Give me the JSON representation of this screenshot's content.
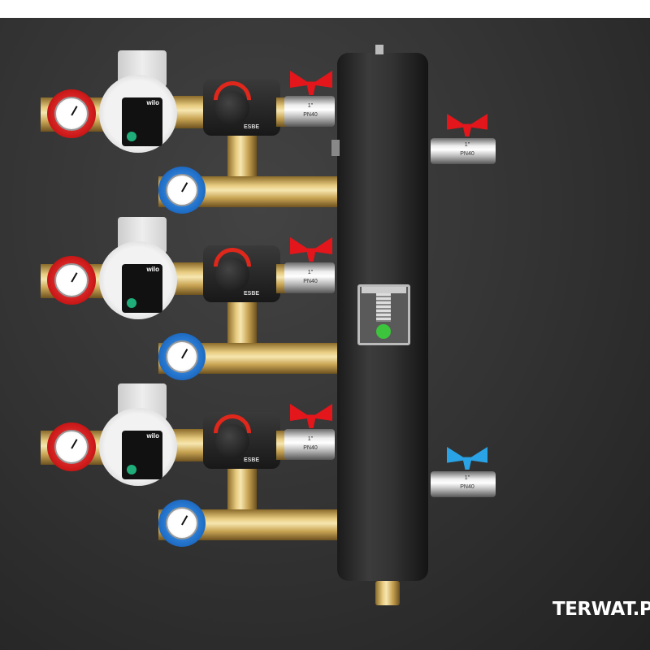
{
  "watermark": "TERWAT.PL",
  "pump": {
    "brand": "wilo"
  },
  "actuator": {
    "brand": "ESBE"
  },
  "valve": {
    "size": "1\"",
    "pressure": "PN40"
  },
  "colors": {
    "hot_handle": "#e3161b",
    "cold_handle": "#2aa3e6",
    "indicator": "#3cc43c",
    "background": "#333333"
  },
  "modules": [
    {
      "id": 1
    },
    {
      "id": 2
    },
    {
      "id": 3
    }
  ]
}
